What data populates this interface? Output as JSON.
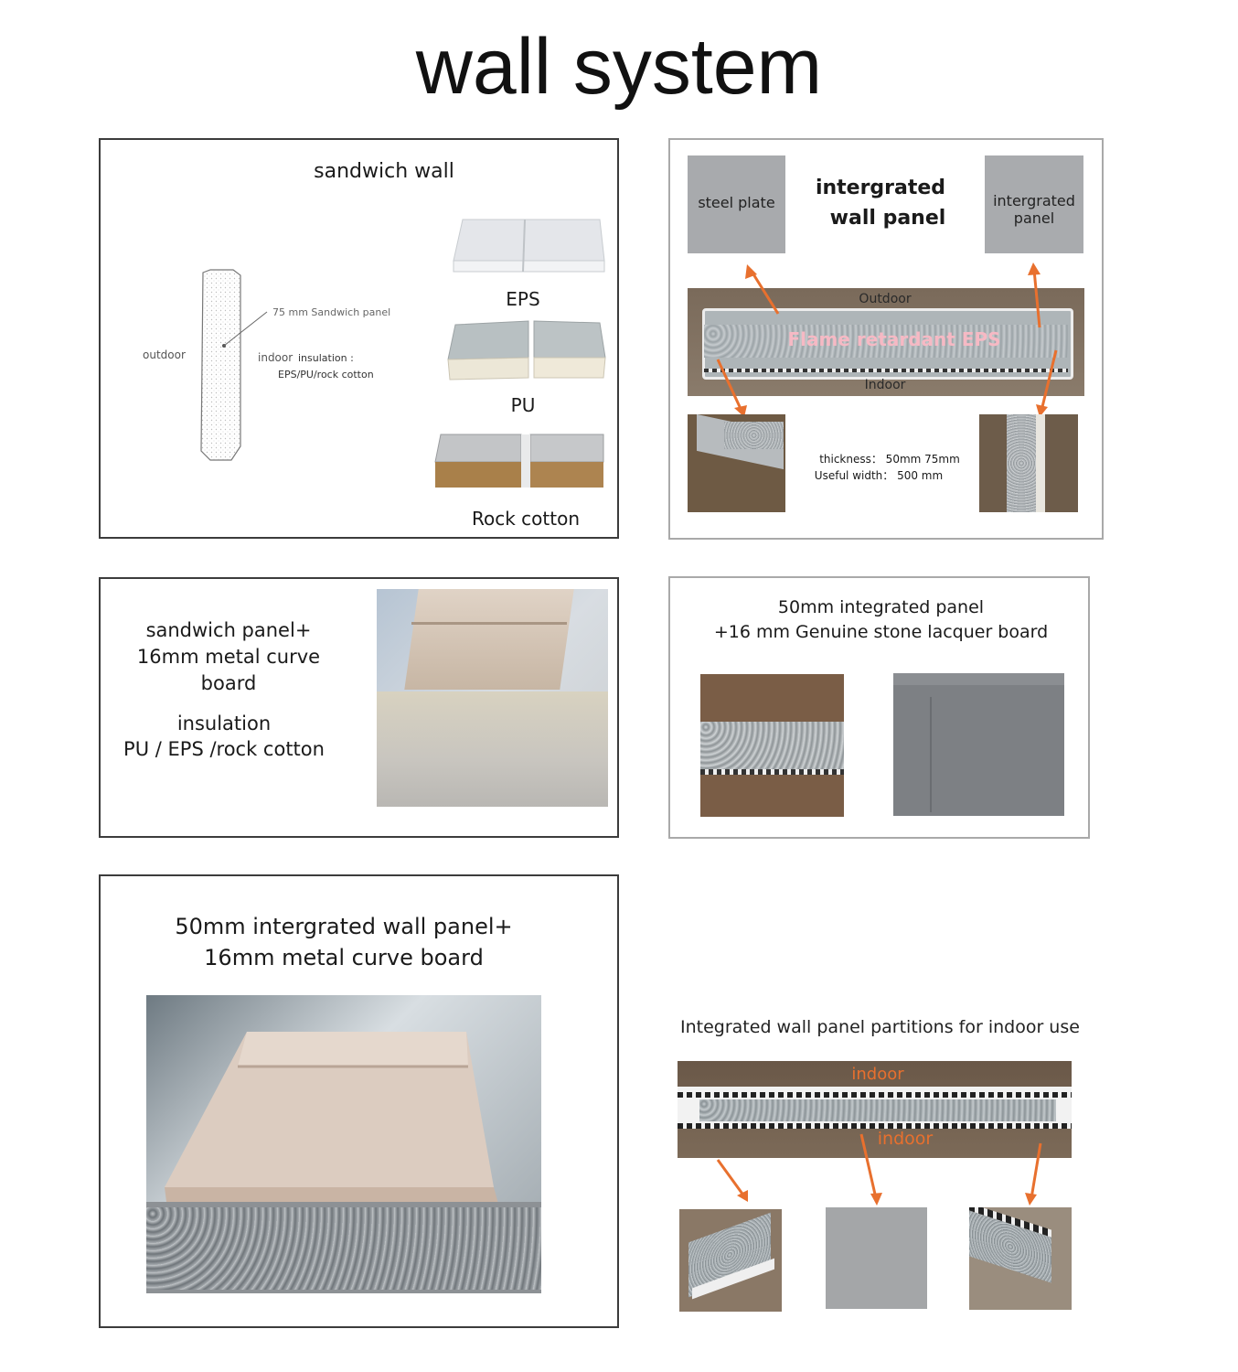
{
  "page": {
    "title": "wall system"
  },
  "panel_sandwich": {
    "title": "sandwich wall",
    "diagram": {
      "outdoor": "outdoor",
      "indoor": "indoor",
      "panel_note": "75 mm Sandwich panel",
      "insulation_label": "insulation :",
      "insulation_types": "EPS/PU/rock cotton"
    },
    "samples": [
      "EPS",
      "PU",
      "Rock cotton"
    ]
  },
  "panel_integrated": {
    "title_line1": "intergrated",
    "title_line2": "wall panel",
    "swatch_left": "steel plate",
    "swatch_right_line1": "intergrated",
    "swatch_right_line2": "panel",
    "section_outdoor": "Outdoor",
    "section_core": "Flame retardant EPS",
    "section_indoor": "Indoor",
    "thickness": "thickness： 50mm 75mm",
    "useful_width": "Useful width： 500 mm"
  },
  "panel_curve": {
    "line1": "sandwich  panel+",
    "line2": "16mm metal curve board",
    "insulation": "insulation",
    "types": "PU / EPS /rock cotton"
  },
  "panel_stone": {
    "line1": "50mm integrated panel",
    "line2": "+16 mm Genuine stone lacquer board"
  },
  "panel_large": {
    "line1": "50mm intergrated wall panel+",
    "line2": "16mm metal curve board"
  },
  "partition": {
    "title": "Integrated wall panel partitions for indoor use",
    "top_label": "indoor",
    "bottom_label": "indoor"
  },
  "colors": {
    "arrow": "#e8702e",
    "border_dark": "#3c3c3c",
    "border_light": "#a9a9a9",
    "steel_gray": "#a8aaad"
  }
}
